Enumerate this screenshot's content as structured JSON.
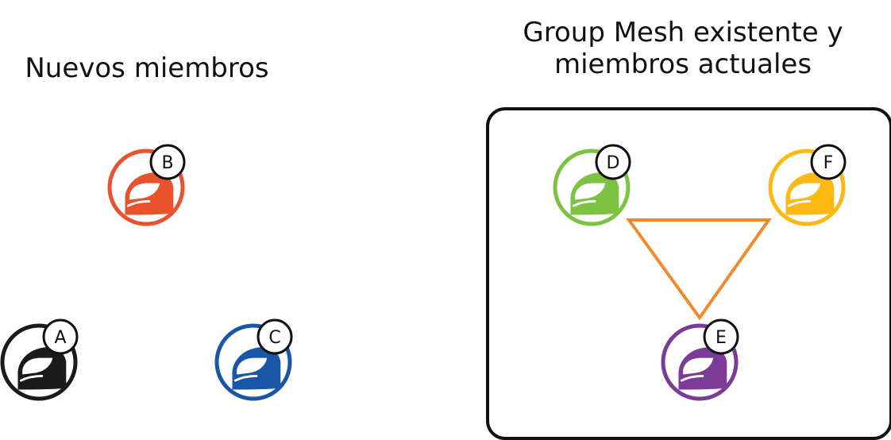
{
  "titles": {
    "new_members": "Nuevos miembros",
    "mesh_line1": "Group Mesh existente y",
    "mesh_line2": "miembros actuales"
  },
  "new_members": [
    {
      "label": "B",
      "color": "#E8532E",
      "icon": "helmet-icon"
    },
    {
      "label": "A",
      "color": "#1A1A1A",
      "icon": "helmet-icon"
    },
    {
      "label": "C",
      "color": "#1A56A6",
      "icon": "helmet-icon"
    }
  ],
  "mesh_members": [
    {
      "label": "D",
      "color": "#7DC243",
      "icon": "helmet-icon"
    },
    {
      "label": "F",
      "color": "#FDB913",
      "icon": "helmet-icon"
    },
    {
      "label": "E",
      "color": "#7A3C96",
      "icon": "helmet-icon"
    }
  ],
  "mesh_link_color": "#F08A2D",
  "mesh_box_color": "#111111"
}
